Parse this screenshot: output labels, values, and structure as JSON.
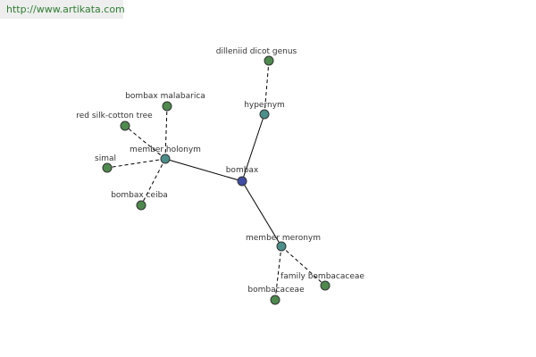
{
  "header": {
    "url": "http://www.artikata.com"
  },
  "colors": {
    "center": "#3f4ea3",
    "relation": "#4a8f8a",
    "leaf": "#4e8a4e"
  },
  "graph": {
    "center": {
      "id": "bombax",
      "label": "bombax",
      "kind": "center"
    },
    "nodes": [
      {
        "id": "hypernym",
        "label": "hypernym",
        "kind": "relation"
      },
      {
        "id": "member_holonym",
        "label": "member holonym",
        "kind": "relation"
      },
      {
        "id": "member_meronym",
        "label": "member meronym",
        "kind": "relation"
      },
      {
        "id": "dilleniid",
        "label": "dilleniid dicot genus",
        "kind": "leaf"
      },
      {
        "id": "malabarica",
        "label": "bombax malabarica",
        "kind": "leaf"
      },
      {
        "id": "red_silk",
        "label": "red silk-cotton tree",
        "kind": "leaf"
      },
      {
        "id": "simal",
        "label": "simal",
        "kind": "leaf"
      },
      {
        "id": "ceiba",
        "label": "bombax ceiba",
        "kind": "leaf"
      },
      {
        "id": "family",
        "label": "family bombacaceae",
        "kind": "leaf"
      },
      {
        "id": "bombacaceae",
        "label": "bombacaceae",
        "kind": "leaf"
      }
    ],
    "edges": [
      {
        "from": "bombax",
        "to": "hypernym",
        "style": "solid"
      },
      {
        "from": "bombax",
        "to": "member_holonym",
        "style": "solid"
      },
      {
        "from": "bombax",
        "to": "member_meronym",
        "style": "solid"
      },
      {
        "from": "hypernym",
        "to": "dilleniid",
        "style": "dashed"
      },
      {
        "from": "member_holonym",
        "to": "malabarica",
        "style": "dashed"
      },
      {
        "from": "member_holonym",
        "to": "red_silk",
        "style": "dashed"
      },
      {
        "from": "member_holonym",
        "to": "simal",
        "style": "dashed"
      },
      {
        "from": "member_holonym",
        "to": "ceiba",
        "style": "dashed"
      },
      {
        "from": "member_meronym",
        "to": "family",
        "style": "dashed"
      },
      {
        "from": "member_meronym",
        "to": "bombacaceae",
        "style": "dashed"
      }
    ]
  }
}
